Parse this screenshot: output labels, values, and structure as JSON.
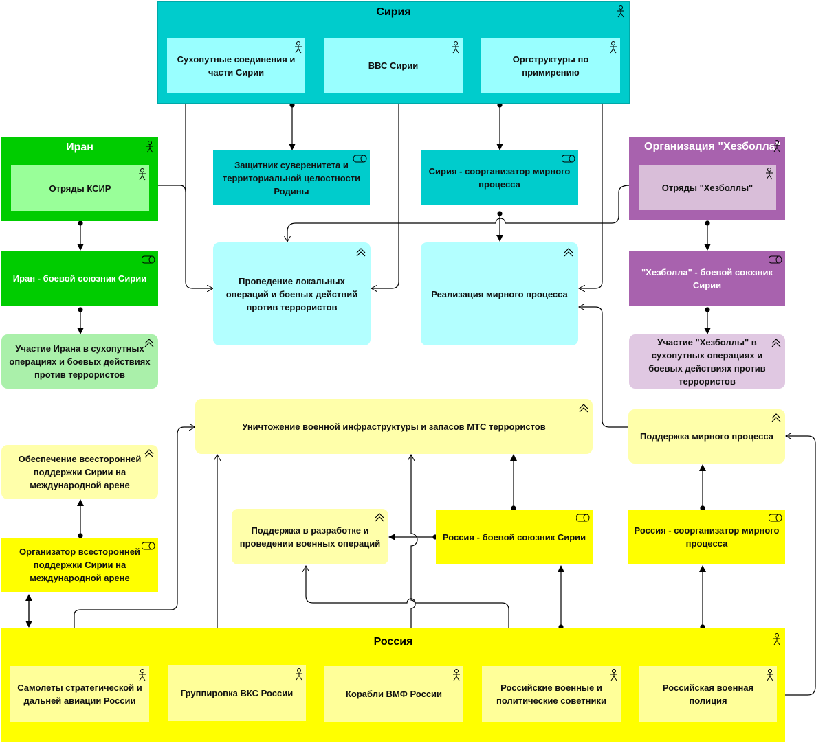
{
  "syria": {
    "group_label": "Сирия",
    "land_forces": "Сухопутные соединения и части Сирии",
    "air_force": "ВВС Сирии",
    "reconciliation": "Оргструктуры по примирению",
    "defender_role": "Защитник суверенитета и территориальной целостности Родины",
    "peace_coorganizer_role": "Сирия - соорганизатор мирного процесса"
  },
  "iran": {
    "group_label": "Иран",
    "irgc_units": "Отряды КСИР",
    "ally_role": "Иран - боевой союзник Сирии",
    "participation": "Участие Ирана в сухопутных операциях и боевых действиях против террористов"
  },
  "hezbollah": {
    "group_label": "Организация \"Хезболла\"",
    "units": "Отряды \"Хезболлы\"",
    "ally_role": "\"Хезболла\" - боевой союзник Сирии",
    "participation": "Участие \"Хезболлы\" в сухопутных операциях и боевых действиях против террористов"
  },
  "services": {
    "local_operations": "Проведение локальных операций и боевых действий против террористов",
    "peace_implementation": "Реализация мирного процесса",
    "destroy_infrastructure": "Уничтожение военной инфраструктуры и запасов МТС террористов",
    "peace_support": "Поддержка мирного процесса",
    "intl_support": "Обеспечение всесторонней поддержки Сирии на международной арене",
    "ops_support": "Поддержка в разработке и проведении военных операций"
  },
  "russia_roles": {
    "intl_organizer": "Организатор всесторонней поддержки Сирии на международной арене",
    "combat_ally": "Россия - боевой союзник Сирии",
    "peace_coorganizer": "Россия - соорганизатор мирного процесса"
  },
  "russia": {
    "group_label": "Россия",
    "strategic_aviation": "Самолеты стратегической и дальней авиации России",
    "aerospace_group": "Группировка ВКС России",
    "navy_ships": "Корабли ВМФ России",
    "advisors": "Российские военные и политические советники",
    "military_police": "Российская военная полиция"
  },
  "colors": {
    "syria_group": "#00cccc",
    "syria_actor": "#99ffff",
    "syria_role": "#00cccc",
    "syria_service": "#b3ffff",
    "iran_group": "#00cc00",
    "iran_actor": "#99ff99",
    "iran_service": "#aaf0aa",
    "hezbollah_group": "#a862ae",
    "hezbollah_actor": "#d9bed9",
    "hezbollah_service": "#e0c8e2",
    "russia_group": "#ffff00",
    "russia_actor": "#ffff99",
    "russia_service": "#ffffaa"
  },
  "icons": [
    "actor-icon",
    "role-icon",
    "service-icon"
  ]
}
